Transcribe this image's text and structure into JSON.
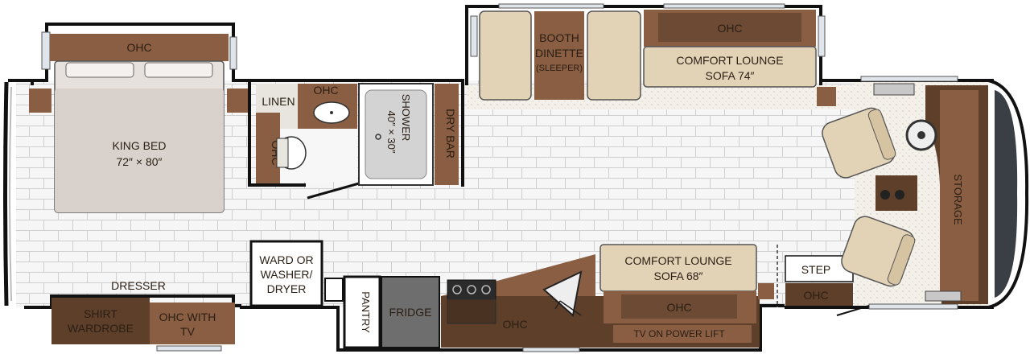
{
  "rooms": {
    "bedroom": {
      "bed_ohc": "OHC",
      "bed_line1": "KING BED",
      "bed_line2": "72″ × 80″",
      "dresser": "DRESSER",
      "wardrobe_line1": "SHIRT",
      "wardrobe_line2": "WARDROBE",
      "ohc_tv_line1": "OHC WITH",
      "ohc_tv_line2": "TV"
    },
    "bath": {
      "linen": "LINEN",
      "ohc_vanity": "OHC",
      "ohc_side": "OHC",
      "shower_line1": "SHOWER",
      "shower_line2": "40″ × 30″"
    },
    "dry_bar": "DRY BAR",
    "ward_line1": "WARD OR",
    "ward_line2": "WASHER/",
    "ward_line3": "DRYER",
    "pantry": "PANTRY",
    "fridge": "FRIDGE",
    "kitchen_ohc": "OHC",
    "booth_line1": "BOOTH",
    "booth_line2": "DINETTE",
    "booth_line3": "(SLEEPER)",
    "top_ohc": "OHC",
    "sofa74_line1": "COMFORT LOUNGE",
    "sofa74_line2": "SOFA 74″",
    "sofa68_line1": "COMFORT LOUNGE",
    "sofa68_line2": "SOFA 68″",
    "sofa68_ohc": "OHC",
    "tv_lift": "TV ON POWER LIFT",
    "step": "STEP",
    "step_ohc": "OHC",
    "storage": "STORAGE"
  },
  "colors": {
    "dark_brown": "#5e3f2a",
    "mid_brown": "#8a5e42",
    "tan": "#e3d3b6",
    "floor_tile": "#f6f6f6",
    "carpet": "#f4f1ea",
    "fridge_gray": "#6e6e6e",
    "wall": "#111111"
  }
}
